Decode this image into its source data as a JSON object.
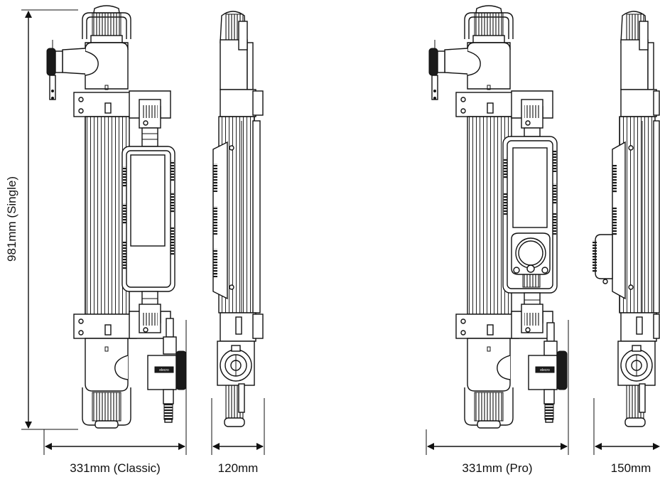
{
  "dimensions": {
    "height_label": "981mm (Single)",
    "classic_width_label": "331mm (Classic)",
    "classic_depth_label": "120mm",
    "pro_width_label": "331mm (Pro)",
    "pro_depth_label": "150mm"
  },
  "brand_plate": "elecro",
  "colors": {
    "line": "#111111",
    "fill": "#ffffff"
  }
}
